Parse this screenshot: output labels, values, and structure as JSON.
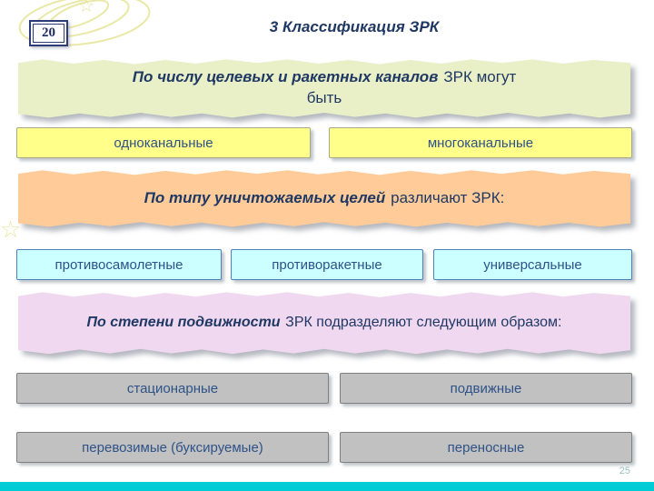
{
  "slide": {
    "badge": "20",
    "title": "3 Классификация ЗРК",
    "page_number": "25",
    "banners": [
      {
        "lead": "По числу целевых и ракетных каналов",
        "rest": "ЗРК могут быть"
      },
      {
        "lead": "По типу уничтожаемых целей",
        "rest": "различают ЗРК:"
      },
      {
        "lead": "По степени подвижности",
        "rest": "ЗРК подразделяют следующим образом:"
      }
    ],
    "row_channels": [
      "одноканальные",
      "многоканальные"
    ],
    "row_targets": [
      "противосамолетные",
      "противоракетные",
      "универсальные"
    ],
    "row_mobility_1": [
      "стационарные",
      "подвижные"
    ],
    "row_mobility_2": [
      "перевозимые (буксируемые)",
      "переносные"
    ],
    "decor_star": "☆"
  },
  "colors": {
    "banner1_bg": "#e9efc6",
    "banner2_bg": "#ffcc99",
    "banner3_bg": "#f0d9f0",
    "channel_bg": "#ffff8a",
    "target_bg": "#ccffff",
    "mobility_bg": "#c1c1c1",
    "footer_bar": "#00ccd6",
    "text_dark": "#1f3864",
    "text_item": "#2e5288"
  }
}
